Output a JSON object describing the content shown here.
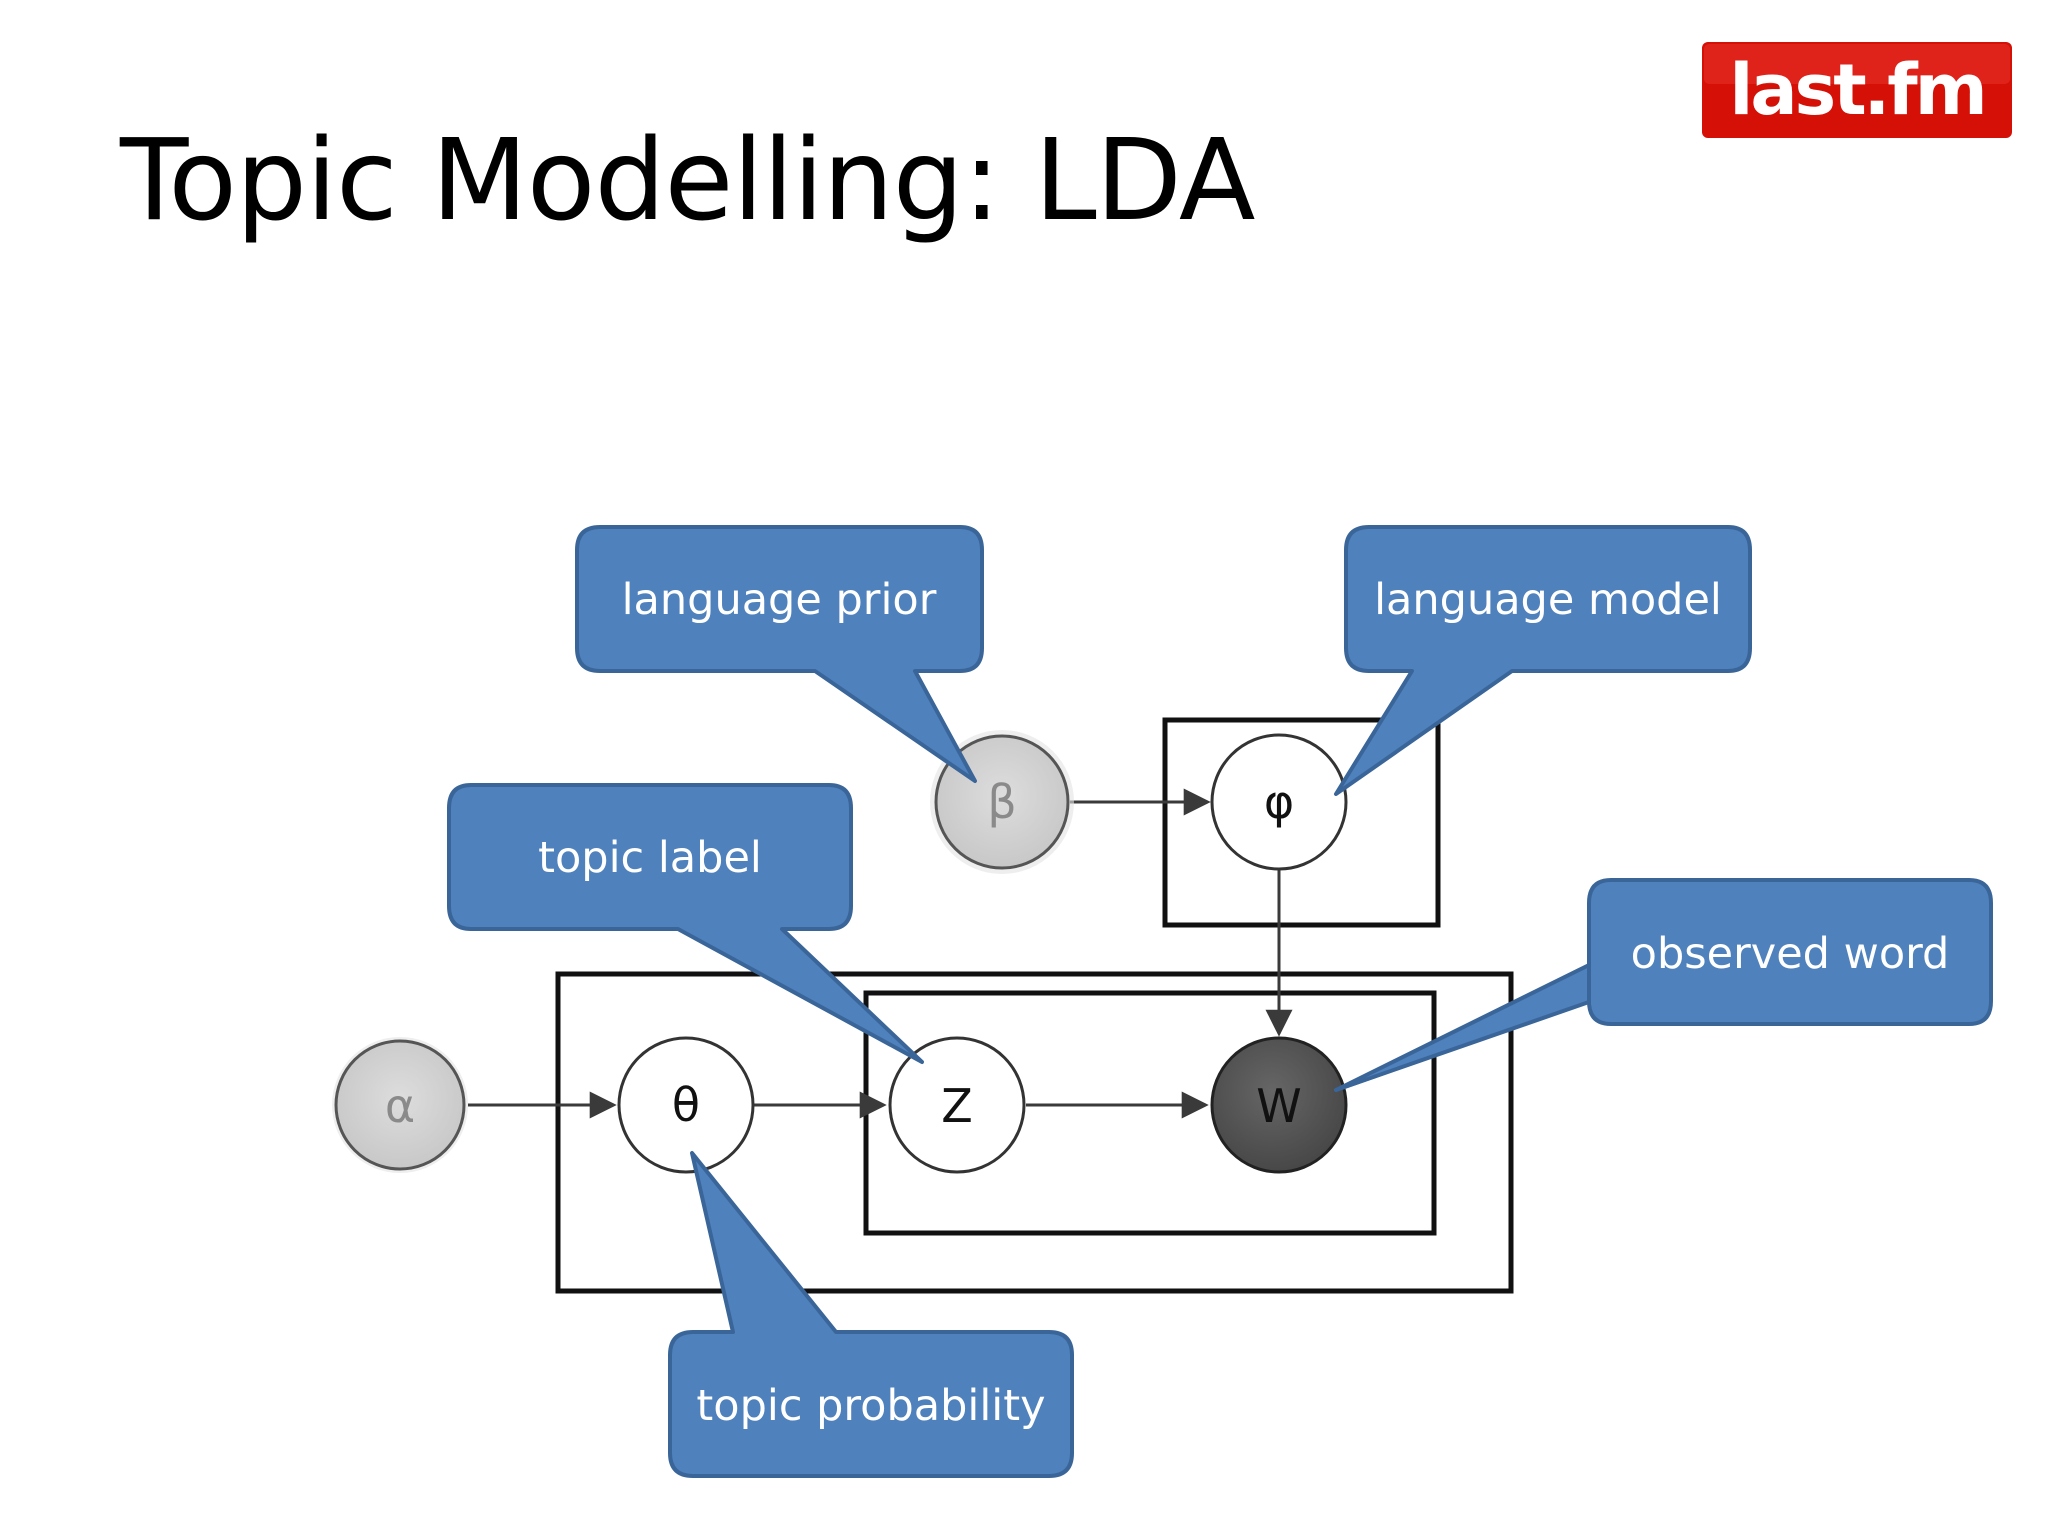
{
  "slide": {
    "title": "Topic Modelling: LDA",
    "logo_text": "last.fm"
  },
  "colors": {
    "callout_fill": "#4f81bd",
    "callout_border": "#3a6599",
    "logo_red": "#d51007",
    "observed_node": "#555555",
    "hyperparameter_node": "#d0d0d0"
  },
  "nodes": {
    "alpha": "α",
    "beta": "β",
    "theta": "θ",
    "phi": "φ",
    "z": "Z",
    "w": "W"
  },
  "callouts": {
    "language_prior": "language prior",
    "language_model": "language model",
    "topic_label": "topic label",
    "observed_word": "observed word",
    "topic_probability": "topic probability"
  }
}
